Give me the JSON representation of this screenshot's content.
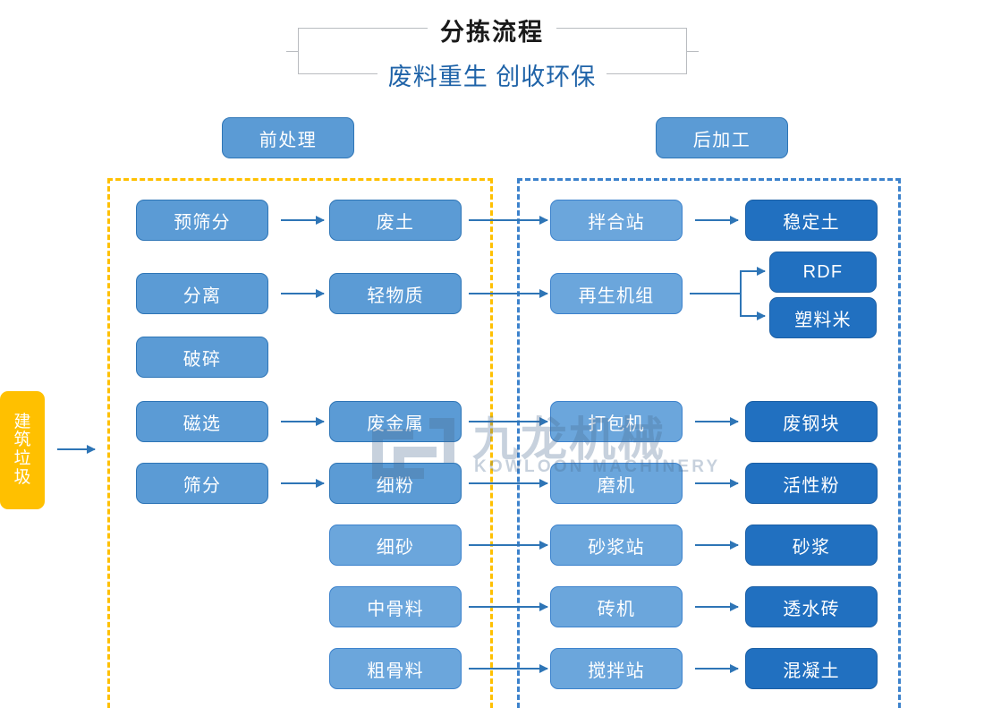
{
  "header": {
    "title": "分拣流程",
    "subtitle": "废料重生 创收环保"
  },
  "stages": {
    "pre_label": "前处理",
    "post_label": "后加工"
  },
  "source": {
    "label": "建筑垃圾"
  },
  "watermark": {
    "cn": "九龙机械",
    "en": "KOWLOON MACHINERY"
  },
  "colors": {
    "primary_blue": "#5B9BD5",
    "light_blue": "#6BA6DC",
    "dark_blue": "#2170C0",
    "border_blue": "#2E75B6",
    "accent_yellow": "#FFC000",
    "subtitle_blue": "#1F63A8",
    "frame_yellow": "#FFC000",
    "frame_blue": "#3C82CC"
  },
  "nodes": {
    "pre_process": [
      {
        "label": "预筛分"
      },
      {
        "label": "分离"
      },
      {
        "label": "破碎"
      },
      {
        "label": "磁选"
      },
      {
        "label": "筛分"
      }
    ],
    "materials": [
      {
        "label": "废土"
      },
      {
        "label": "轻物质"
      },
      {
        "label": "废金属"
      },
      {
        "label": "细粉"
      },
      {
        "label": "细砂"
      },
      {
        "label": "中骨料"
      },
      {
        "label": "粗骨料"
      }
    ],
    "post_process": [
      {
        "label": "拌合站"
      },
      {
        "label": "再生机组"
      },
      {
        "label": "打包机"
      },
      {
        "label": "磨机"
      },
      {
        "label": "砂浆站"
      },
      {
        "label": "砖机"
      },
      {
        "label": "搅拌站"
      }
    ],
    "products": [
      {
        "label": "稳定土"
      },
      {
        "label": "RDF"
      },
      {
        "label": "塑料米"
      },
      {
        "label": "废钢块"
      },
      {
        "label": "活性粉"
      },
      {
        "label": "砂浆"
      },
      {
        "label": "透水砖"
      },
      {
        "label": "混凝土"
      }
    ]
  }
}
